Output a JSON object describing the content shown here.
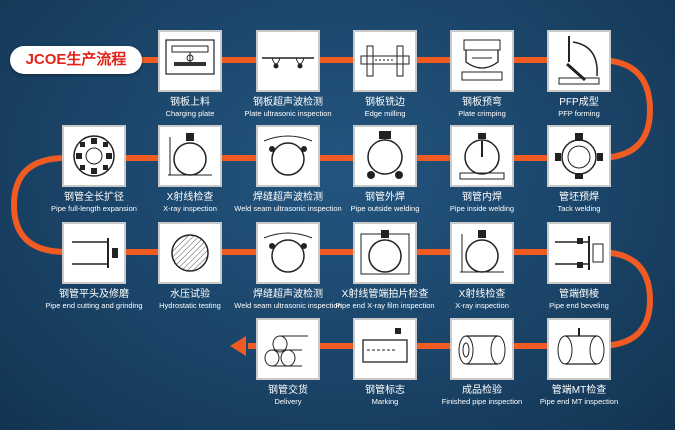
{
  "title": "JCOE生产流程",
  "colors": {
    "background": "#1a4468",
    "flow_line": "#f05a23",
    "title_text": "#e2231a",
    "icon_bg": "#ffffff"
  },
  "steps": [
    {
      "cn": "钢板上料",
      "en": "Charging plate",
      "icon": "charging-plate-icon"
    },
    {
      "cn": "钢板超声波检测",
      "en": "Plate ultrasonic inspection",
      "icon": "plate-ultrasonic-icon"
    },
    {
      "cn": "钢板铣边",
      "en": "Edge milling",
      "icon": "edge-milling-icon"
    },
    {
      "cn": "钢板预弯",
      "en": "Plate crimping",
      "icon": "plate-crimping-icon"
    },
    {
      "cn": "PFP成型",
      "en": "PFP forming",
      "icon": "pfp-forming-icon"
    },
    {
      "cn": "管坯预焊",
      "en": "Tack welding",
      "icon": "tack-welding-icon"
    },
    {
      "cn": "钢管内焊",
      "en": "Pipe inside welding",
      "icon": "inside-welding-icon"
    },
    {
      "cn": "钢管外焊",
      "en": "Pipe outside welding",
      "icon": "outside-welding-icon"
    },
    {
      "cn": "焊缝超声波检测",
      "en": "Weld seam ultrasonic inspection",
      "icon": "weld-ultrasonic-icon"
    },
    {
      "cn": "X射线检查",
      "en": "X-ray inspection",
      "icon": "xray-icon"
    },
    {
      "cn": "钢管全长扩径",
      "en": "Pipe full-length expansion",
      "icon": "expansion-icon"
    },
    {
      "cn": "钢管平头及修磨",
      "en": "Pipe end cutting and grinding",
      "icon": "end-cutting-icon"
    },
    {
      "cn": "水压试验",
      "en": "Hydrostatic testing",
      "icon": "hydrostatic-icon"
    },
    {
      "cn": "焊缝超声波检测",
      "en": "Weld seam ultrasonic inspection",
      "icon": "weld-ultrasonic-2-icon"
    },
    {
      "cn": "X射线管端拍片检查",
      "en": "Pipe end X-ray film inspection",
      "icon": "xray-film-icon"
    },
    {
      "cn": "X射线检查",
      "en": "X-ray inspection",
      "icon": "xray-2-icon"
    },
    {
      "cn": "管端倒棱",
      "en": "Pipe end beveling",
      "icon": "beveling-icon"
    },
    {
      "cn": "管端MT检查",
      "en": "Pipe end MT inspection",
      "icon": "mt-inspection-icon"
    },
    {
      "cn": "成品检验",
      "en": "Finished pipe inspection",
      "icon": "finished-inspection-icon"
    },
    {
      "cn": "钢管标志",
      "en": "Marking",
      "icon": "marking-icon"
    },
    {
      "cn": "钢管交货",
      "en": "Delivery",
      "icon": "delivery-icon"
    }
  ]
}
